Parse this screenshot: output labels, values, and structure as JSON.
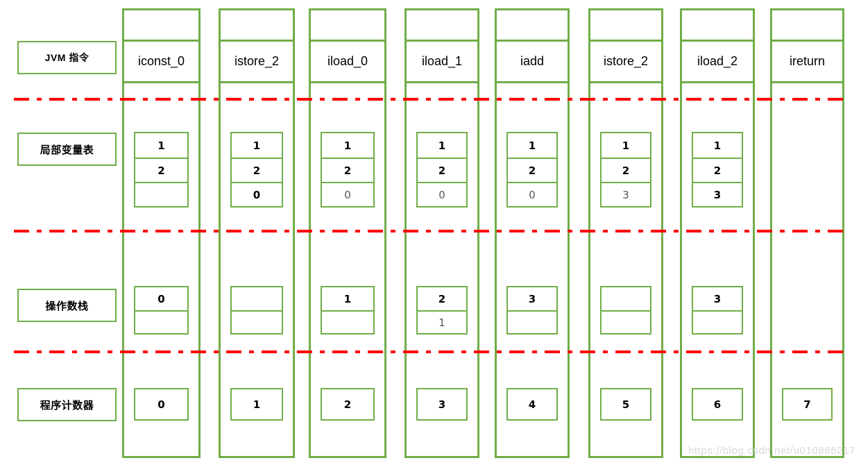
{
  "meta": {
    "accent_green": "#70ad47",
    "separator_red": "#ff0000",
    "watermark": "https://blog.csdn.net/u010886217"
  },
  "row_labels": [
    {
      "id": "jvm-instruction",
      "text": "JVM 指令"
    },
    {
      "id": "local-variable-table",
      "text": "局部变量表"
    },
    {
      "id": "operand-stack",
      "text": "操作数栈"
    },
    {
      "id": "program-counter",
      "text": "程序计数器"
    }
  ],
  "columns": [
    {
      "instruction": "iconst_0",
      "locals": [
        {
          "value": "1",
          "dim": false
        },
        {
          "value": "2",
          "dim": false
        },
        {
          "value": "",
          "dim": false
        }
      ],
      "stack": [
        {
          "value": "0",
          "dim": false
        },
        {
          "value": "",
          "dim": false
        }
      ],
      "pc": "0"
    },
    {
      "instruction": "istore_2",
      "locals": [
        {
          "value": "1",
          "dim": false
        },
        {
          "value": "2",
          "dim": false
        },
        {
          "value": "0",
          "dim": false
        }
      ],
      "stack": [
        {
          "value": "",
          "dim": false
        },
        {
          "value": "",
          "dim": false
        }
      ],
      "pc": "1"
    },
    {
      "instruction": "iload_0",
      "locals": [
        {
          "value": "1",
          "dim": false
        },
        {
          "value": "2",
          "dim": false
        },
        {
          "value": "0",
          "dim": true
        }
      ],
      "stack": [
        {
          "value": "1",
          "dim": false
        },
        {
          "value": "",
          "dim": false
        }
      ],
      "pc": "2"
    },
    {
      "instruction": "iload_1",
      "locals": [
        {
          "value": "1",
          "dim": false
        },
        {
          "value": "2",
          "dim": false
        },
        {
          "value": "0",
          "dim": true
        }
      ],
      "stack": [
        {
          "value": "2",
          "dim": false
        },
        {
          "value": "1",
          "dim": true
        }
      ],
      "pc": "3"
    },
    {
      "instruction": "iadd",
      "locals": [
        {
          "value": "1",
          "dim": false
        },
        {
          "value": "2",
          "dim": false
        },
        {
          "value": "0",
          "dim": true
        }
      ],
      "stack": [
        {
          "value": "3",
          "dim": false
        },
        {
          "value": "",
          "dim": false
        }
      ],
      "pc": "4"
    },
    {
      "instruction": "istore_2",
      "locals": [
        {
          "value": "1",
          "dim": false
        },
        {
          "value": "2",
          "dim": false
        },
        {
          "value": "3",
          "dim": true
        }
      ],
      "stack": [
        {
          "value": "",
          "dim": false
        },
        {
          "value": "",
          "dim": false
        }
      ],
      "pc": "5"
    },
    {
      "instruction": "iload_2",
      "locals": [
        {
          "value": "1",
          "dim": false
        },
        {
          "value": "2",
          "dim": false
        },
        {
          "value": "3",
          "dim": false
        }
      ],
      "stack": [
        {
          "value": "3",
          "dim": false
        },
        {
          "value": "",
          "dim": false
        }
      ],
      "pc": "6"
    },
    {
      "instruction": "ireturn",
      "locals": [],
      "stack": [],
      "pc": "7"
    }
  ]
}
